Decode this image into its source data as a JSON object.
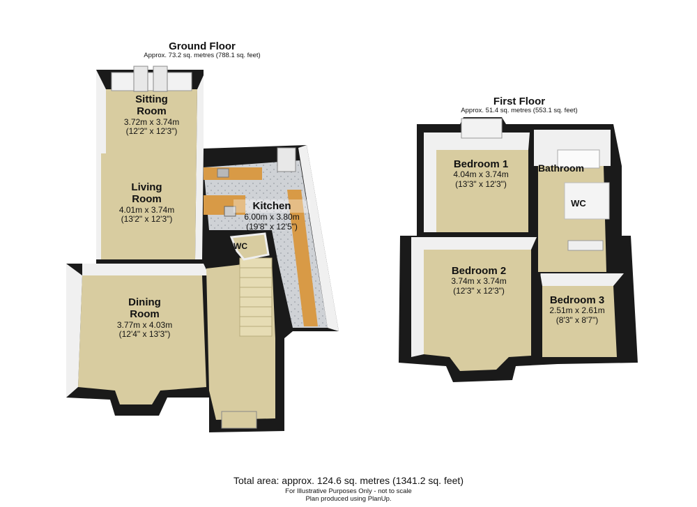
{
  "ground_floor": {
    "title": "Ground Floor",
    "area": "Approx. 73.2 sq. metres (788.1 sq. feet)",
    "rooms": {
      "sitting": {
        "name_line1": "Sitting",
        "name_line2": "Room",
        "metric": "3.72m x 3.74m",
        "imperial": "(12'2\" x 12'3\")"
      },
      "living": {
        "name_line1": "Living",
        "name_line2": "Room",
        "metric": "4.01m x 3.74m",
        "imperial": "(13'2\" x 12'3\")"
      },
      "dining": {
        "name_line1": "Dining",
        "name_line2": "Room",
        "metric": "3.77m x 4.03m",
        "imperial": "(12'4\" x 13'3\")"
      },
      "kitchen": {
        "name": "Kitchen",
        "metric": "6.00m x 3.80m",
        "imperial": "(19'8\" x 12'5\")"
      },
      "wc": {
        "name": "WC"
      }
    }
  },
  "first_floor": {
    "title": "First Floor",
    "area": "Approx. 51.4 sq. metres (553.1 sq. feet)",
    "rooms": {
      "bedroom1": {
        "name": "Bedroom 1",
        "metric": "4.04m x 3.74m",
        "imperial": "(13'3\" x 12'3\")"
      },
      "bathroom": {
        "name": "Bathroom"
      },
      "wc": {
        "name": "WC"
      },
      "bedroom2": {
        "name": "Bedroom 2",
        "metric": "3.74m x 3.74m",
        "imperial": "(12'3\" x 12'3\")"
      },
      "bedroom3": {
        "name": "Bedroom 3",
        "metric": "2.51m x 2.61m",
        "imperial": "(8'3\" x 8'7\")"
      }
    }
  },
  "footer": {
    "total": "Total area: approx. 124.6 sq. metres (1341.2 sq. feet)",
    "note1": "For Illustrative Purposes Only - not to scale",
    "note2": "Plan produced using PlanUp."
  },
  "colors": {
    "floor": "#d8cca0",
    "wall": "#1a1a1a",
    "inner_wall": "#f4f4f4",
    "counter": "#d89a46",
    "kitchen_floor": "#cfd2d6"
  }
}
